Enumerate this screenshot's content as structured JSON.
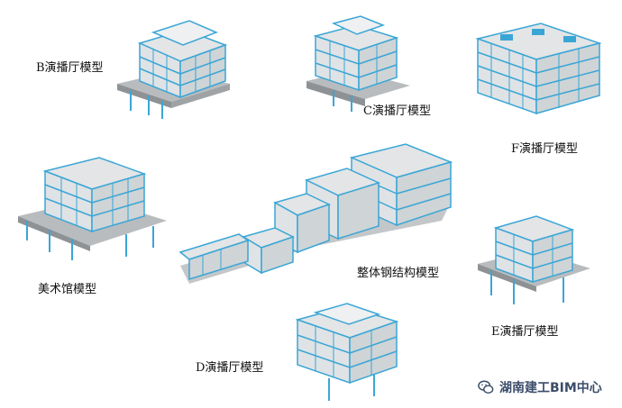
{
  "labels": {
    "b_hall": "B演播厅模型",
    "c_hall": "C演播厅模型",
    "f_hall": "F演播厅模型",
    "museum": "美术馆模型",
    "whole_steel": "整体钢结构模型",
    "e_hall": "E演播厅模型",
    "d_hall": "D演播厅模型"
  },
  "watermark": {
    "text": "湖南建工BIM中心",
    "icon": "wechat-icon"
  },
  "colors": {
    "steel": "#3aa6d6",
    "slab": "#d9dcde",
    "slab_dark": "#a9adb0",
    "watermark": "#3c4d6a"
  }
}
